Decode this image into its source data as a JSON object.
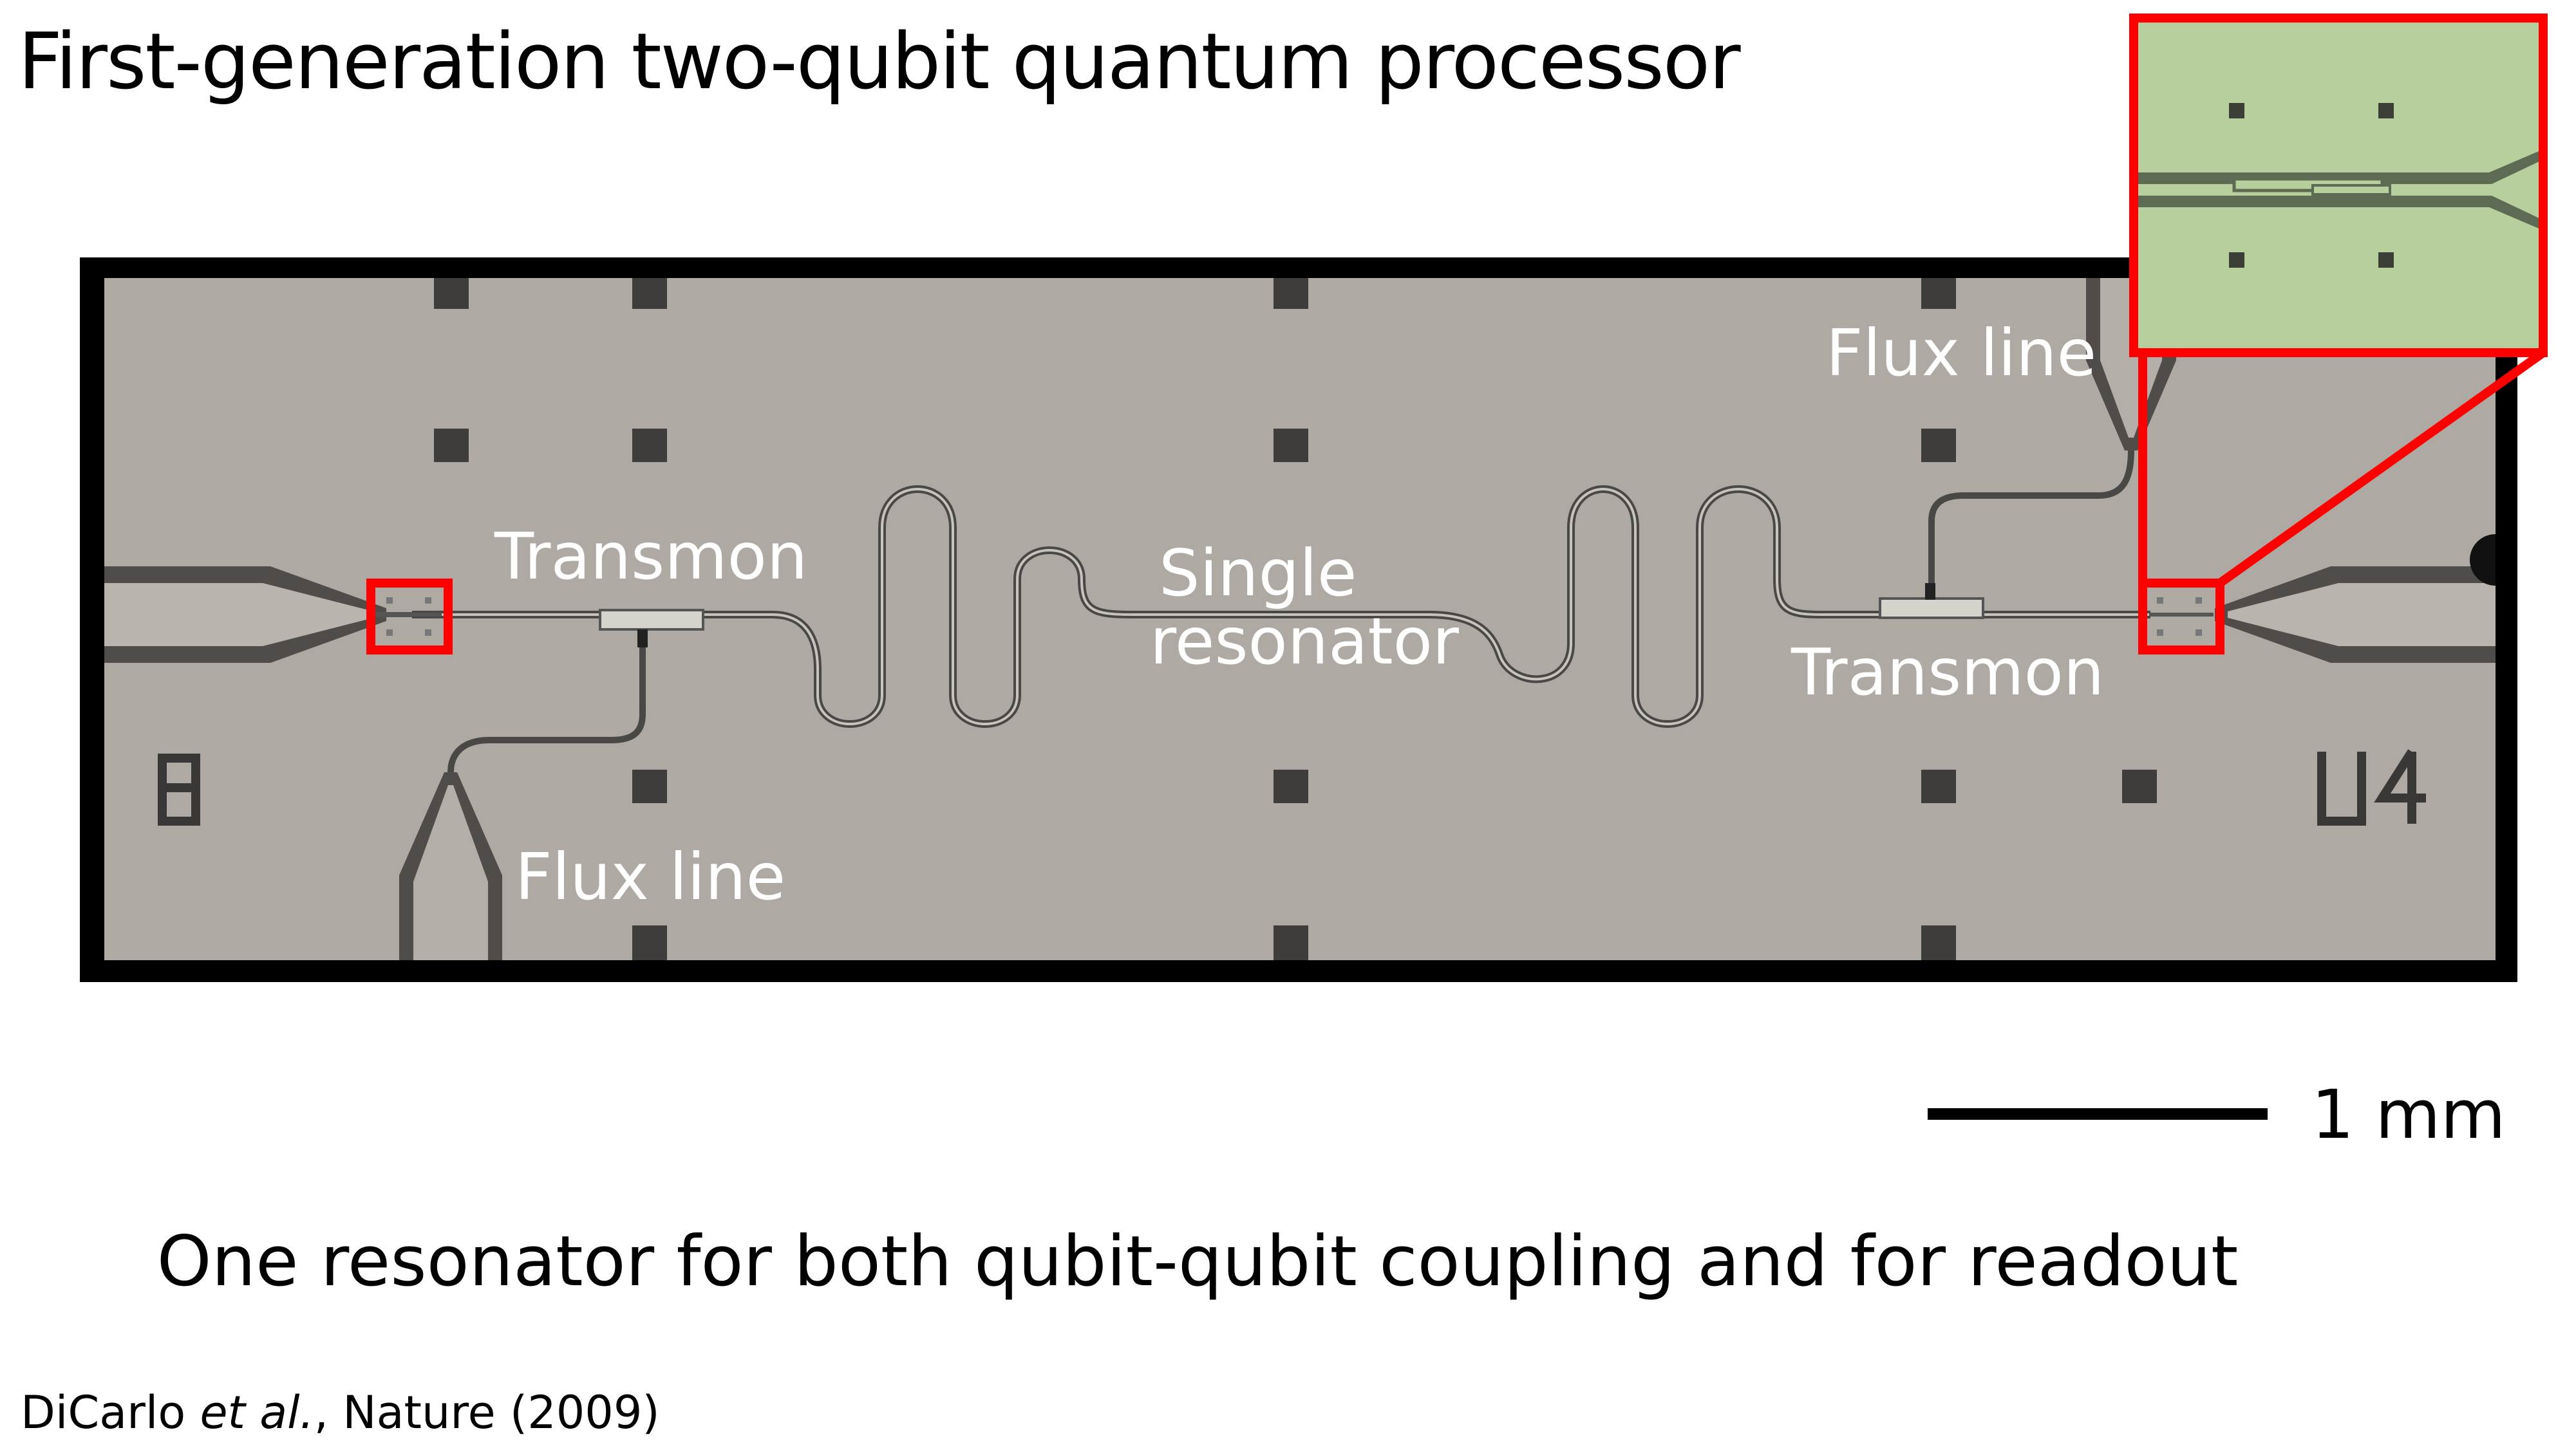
{
  "title": "First-generation two-qubit quantum processor",
  "labels": {
    "transmon_left": "Transmon",
    "transmon_right": "Transmon",
    "resonator_line1": "Single",
    "resonator_line2": "resonator",
    "flux_left": "Flux line",
    "flux_right": "Flux line",
    "chip_mark_left": "8",
    "chip_mark_right": "U4"
  },
  "scale": {
    "label": "1 mm"
  },
  "caption": "One resonator for both qubit-qubit coupling and for readout",
  "citation": {
    "authors": "DiCarlo ",
    "etal": "et al.",
    "journal": ", Nature (2009)"
  },
  "colors": {
    "chip_surface": "#aea9a3",
    "metal": "#5a5754",
    "highlight": "#ff0000",
    "inset_bg": "#b7cf9d"
  }
}
